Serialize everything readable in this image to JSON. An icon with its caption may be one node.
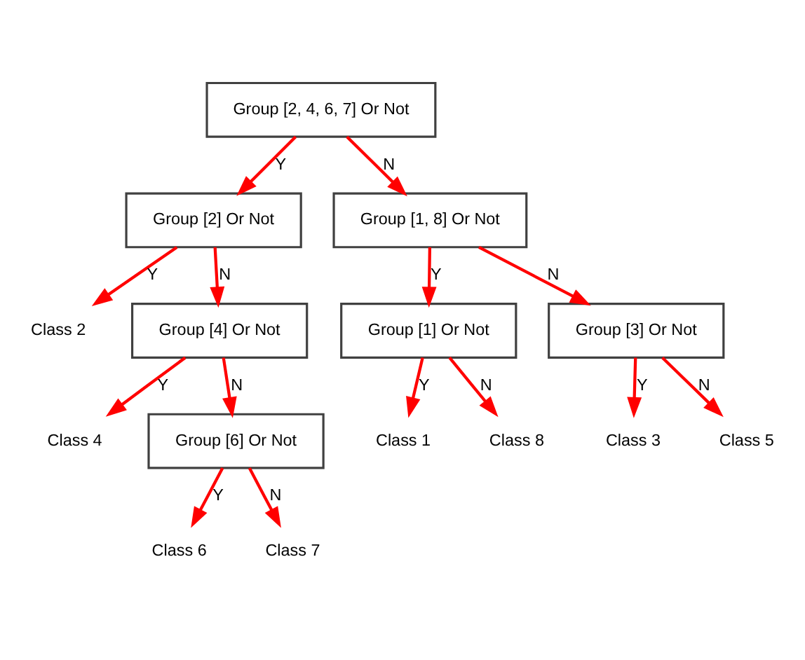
{
  "diagram": {
    "nodes": [
      {
        "text": [
          "Group [2, 4, 6, 7] Or Not"
        ]
      },
      {
        "text": [
          "Group [2] Or Not"
        ]
      },
      {
        "text": [
          "Group [1, 8] Or Not"
        ]
      },
      {
        "text": [
          "Class 2"
        ]
      },
      {
        "text": [
          "Group [4] Or Not"
        ]
      },
      {
        "text": [
          "Group [1] Or Not"
        ]
      },
      {
        "text": [
          "Group [3] Or Not"
        ]
      },
      {
        "text": [
          "Class 4"
        ]
      },
      {
        "text": [
          "Group [6] Or Not"
        ]
      },
      {
        "text": [
          "Class 1"
        ]
      },
      {
        "text": [
          "Class 8"
        ]
      },
      {
        "text": [
          "Class 3"
        ]
      },
      {
        "text": [
          "Class 5"
        ]
      },
      {
        "text": [
          "Class 6"
        ]
      },
      {
        "text": [
          "Class 7"
        ]
      }
    ],
    "edges": [
      {
        "from": 0,
        "to": 1,
        "arrow": "to",
        "label": "Y"
      },
      {
        "from": 0,
        "to": 2,
        "arrow": "to",
        "label": "N"
      },
      {
        "from": 1,
        "to": 3,
        "arrow": "to",
        "label": "Y"
      },
      {
        "from": 1,
        "to": 4,
        "arrow": "to",
        "label": "N"
      },
      {
        "from": 2,
        "to": 5,
        "arrow": "to",
        "label": "Y"
      },
      {
        "from": 2,
        "to": 6,
        "arrow": "to",
        "label": "N"
      },
      {
        "from": 4,
        "to": 7,
        "arrow": "to",
        "label": "Y"
      },
      {
        "from": 4,
        "to": 8,
        "arrow": "to",
        "label": "N"
      },
      {
        "from": 5,
        "to": 9,
        "arrow": "to",
        "label": "Y"
      },
      {
        "from": 5,
        "to": 10,
        "arrow": "to",
        "label": "N"
      },
      {
        "from": 6,
        "to": 11,
        "arrow": "to",
        "label": "Y"
      },
      {
        "from": 6,
        "to": 12,
        "arrow": "to",
        "label": "N"
      },
      {
        "from": 8,
        "to": 13,
        "arrow": "to",
        "label": "Y"
      },
      {
        "from": 8,
        "to": 14,
        "arrow": "to",
        "label": "N"
      }
    ]
  }
}
